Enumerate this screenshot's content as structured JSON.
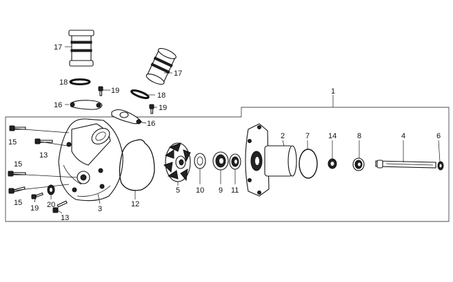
{
  "diagram": {
    "callouts": {
      "c1": "1",
      "c2": "2",
      "c3": "3",
      "c4": "4",
      "c5": "5",
      "c6": "6",
      "c7": "7",
      "c8": "8",
      "c9": "9",
      "c10": "10",
      "c11": "11",
      "c12": "12",
      "c13a": "13",
      "c13b": "13",
      "c14": "14",
      "c15a": "15",
      "c15b": "15",
      "c15c": "15",
      "c16a": "16",
      "c16b": "16",
      "c17a": "17",
      "c17b": "17",
      "c18a": "18",
      "c18b": "18",
      "c19a": "19",
      "c19b": "19",
      "c19c": "19",
      "c20": "20"
    }
  }
}
